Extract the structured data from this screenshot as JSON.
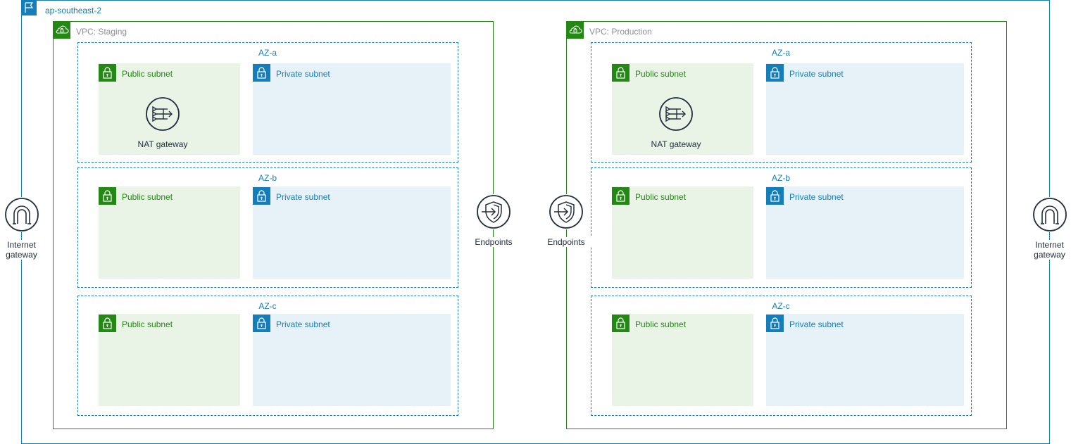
{
  "region": {
    "label": "ap-southeast-2",
    "icon": "flag-icon",
    "color": "#147eba"
  },
  "colors": {
    "public": "#248814",
    "public_fill": "#e9f3e6",
    "private": "#147eba",
    "private_fill": "#e6f2f8",
    "vpc_border": "#248814",
    "vpc_label": "#879196",
    "resource_label": "#232f3e"
  },
  "vpcs": {
    "staging": {
      "label": "VPC: Staging",
      "azs": [
        {
          "label": "AZ-a",
          "public_label": "Public subnet",
          "private_label": "Private subnet",
          "nat_label": "NAT gateway"
        },
        {
          "label": "AZ-b",
          "public_label": "Public subnet",
          "private_label": "Private subnet"
        },
        {
          "label": "AZ-c",
          "public_label": "Public subnet",
          "private_label": "Private subnet"
        }
      ],
      "endpoints_label": "Endpoints"
    },
    "production": {
      "label": "VPC: Production",
      "azs": [
        {
          "label": "AZ-a",
          "public_label": "Public subnet",
          "private_label": "Private subnet",
          "nat_label": "NAT gateway"
        },
        {
          "label": "AZ-b",
          "public_label": "Public subnet",
          "private_label": "Private subnet"
        },
        {
          "label": "AZ-c",
          "public_label": "Public subnet",
          "private_label": "Private subnet"
        }
      ],
      "endpoints_label": "Endpoints"
    }
  },
  "internet_gateways": {
    "left": {
      "line1": "Internet",
      "line2": "gateway"
    },
    "right": {
      "line1": "Internet",
      "line2": "gateway"
    }
  }
}
